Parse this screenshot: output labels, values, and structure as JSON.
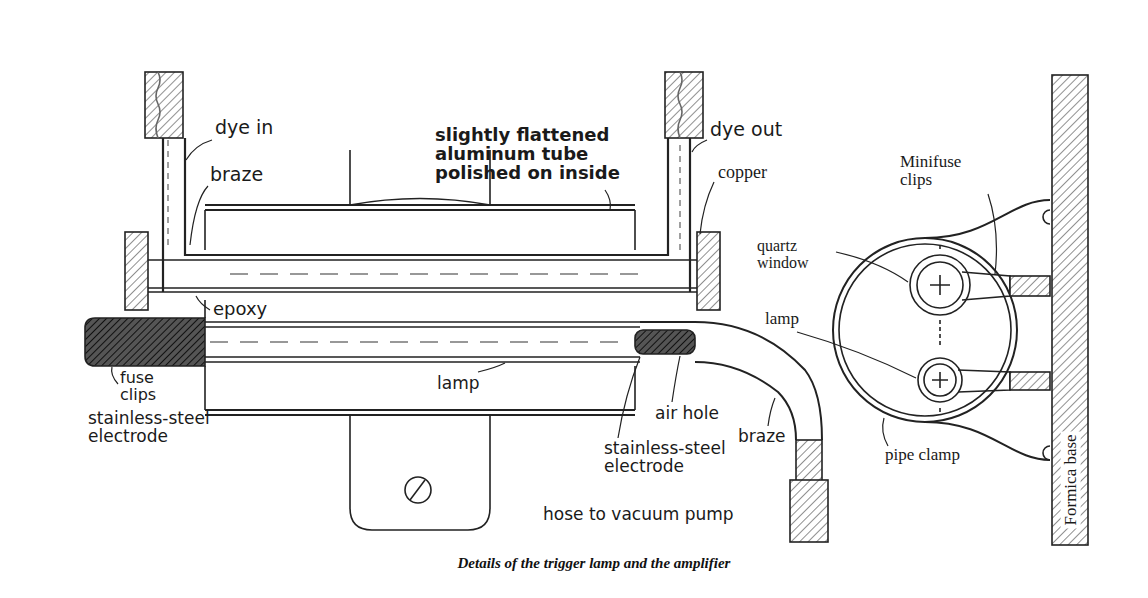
{
  "diagram": {
    "caption": "Details of the trigger lamp and the amplifier",
    "labels": [
      "dye in",
      "braze",
      "slightly flattened aluminum tube polished on inside",
      "dye out",
      "copper",
      "Minifuse clips",
      "quartz window",
      "epoxy",
      "lamp",
      "lamp",
      "fuse clips",
      "stainless-steel electrode",
      "air hole",
      "braze",
      "stainless-steel electrode",
      "pipe clamp",
      "hose to vacuum pump",
      "Formica base"
    ]
  }
}
